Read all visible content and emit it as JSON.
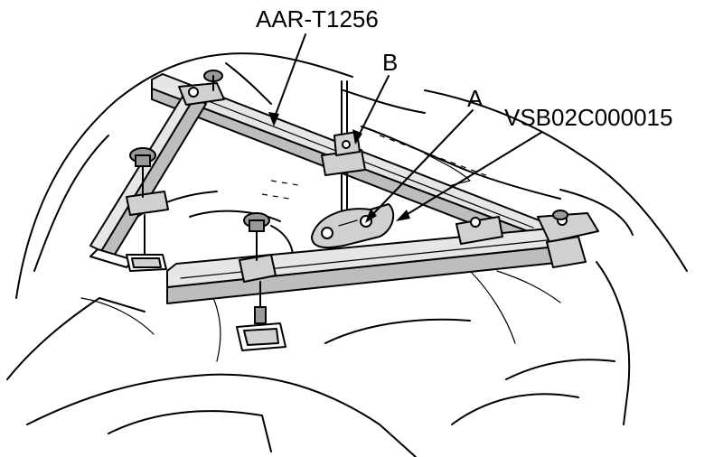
{
  "labels": {
    "tool_main": "AAR-T1256",
    "callout_b": "B",
    "callout_a": "A",
    "tool_secondary": "VSB02C000015"
  }
}
